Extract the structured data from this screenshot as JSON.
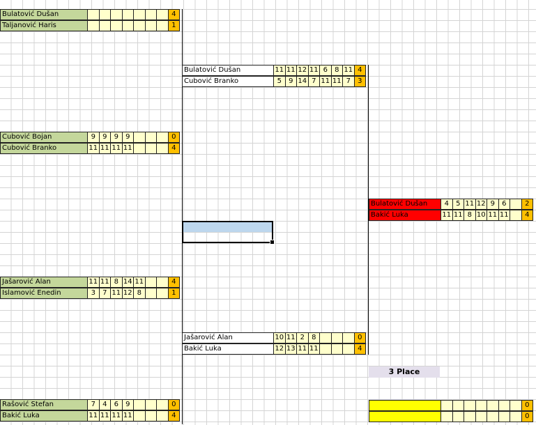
{
  "bracket": {
    "round1": [
      {
        "player1": {
          "name": "Bulatović Dušan",
          "sets": [
            "",
            "",
            "",
            "",
            "",
            "",
            ""
          ],
          "total": "4"
        },
        "player2": {
          "name": "Taljanović Haris",
          "sets": [
            "",
            "",
            "",
            "",
            "",
            "",
            ""
          ],
          "total": "1"
        }
      },
      {
        "player1": {
          "name": "Cubović Bojan",
          "sets": [
            "9",
            "9",
            "9",
            "9",
            "",
            "",
            ""
          ],
          "total": "0"
        },
        "player2": {
          "name": "Cubović Branko",
          "sets": [
            "11",
            "11",
            "11",
            "11",
            "",
            "",
            ""
          ],
          "total": "4"
        }
      },
      {
        "player1": {
          "name": "Jašarović Alan",
          "sets": [
            "11",
            "11",
            "8",
            "14",
            "11",
            "",
            ""
          ],
          "total": "4"
        },
        "player2": {
          "name": "Islamović Enedin",
          "sets": [
            "3",
            "7",
            "11",
            "12",
            "8",
            "",
            ""
          ],
          "total": "1"
        }
      },
      {
        "player1": {
          "name": "Rašović Stefan",
          "sets": [
            "7",
            "4",
            "6",
            "9",
            "",
            "",
            ""
          ],
          "total": "0"
        },
        "player2": {
          "name": "Bakić Luka",
          "sets": [
            "11",
            "11",
            "11",
            "11",
            "",
            "",
            ""
          ],
          "total": "4"
        }
      }
    ],
    "semifinals": [
      {
        "player1": {
          "name": "Bulatović Dušan",
          "sets": [
            "11",
            "11",
            "12",
            "11",
            "6",
            "8",
            "11"
          ],
          "total": "4"
        },
        "player2": {
          "name": "Cubović Branko",
          "sets": [
            "5",
            "9",
            "14",
            "7",
            "11",
            "11",
            "7"
          ],
          "total": "3"
        }
      },
      {
        "player1": {
          "name": "Jašarović Alan",
          "sets": [
            "10",
            "11",
            "2",
            "8",
            "",
            "",
            ""
          ],
          "total": "0"
        },
        "player2": {
          "name": "Bakić Luka",
          "sets": [
            "12",
            "13",
            "11",
            "11",
            "",
            "",
            ""
          ],
          "total": "4"
        }
      }
    ],
    "final": {
      "player1": {
        "name": "Bulatović Dušan",
        "sets": [
          "4",
          "5",
          "11",
          "12",
          "9",
          "6",
          ""
        ],
        "total": "2"
      },
      "player2": {
        "name": "Bakić Luka",
        "sets": [
          "11",
          "11",
          "8",
          "10",
          "11",
          "11",
          ""
        ],
        "total": "4"
      }
    },
    "third_place": {
      "label": "3 Place",
      "player1": {
        "name": "",
        "sets": [
          "",
          "",
          "",
          "",
          "",
          "",
          ""
        ],
        "total": "0"
      },
      "player2": {
        "name": "",
        "sets": [
          "",
          "",
          "",
          "",
          "",
          "",
          ""
        ],
        "total": "0"
      }
    }
  },
  "colors": {
    "round1_name": "#c4d79b",
    "set_cell": "#ffffcc",
    "total_cell": "#ffc000",
    "final_name": "#ff0000",
    "third_place_name": "#ffff00",
    "third_place_label": "#e4dfec",
    "selection_fill": "#bdd7ee"
  }
}
